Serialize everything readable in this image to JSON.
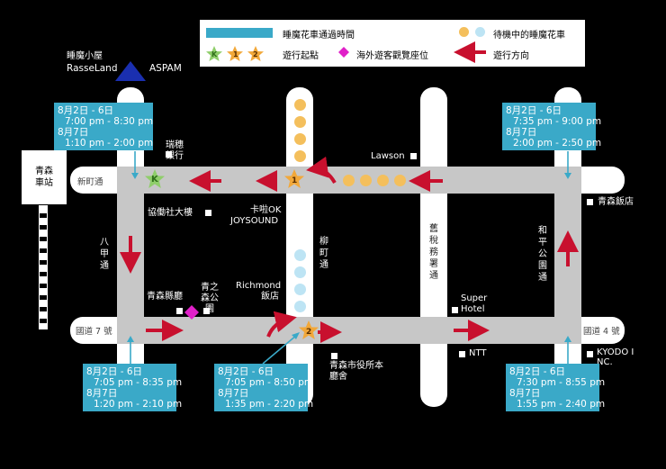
{
  "legend": {
    "time_box_label": "睡魔花車通過時間",
    "waiting_label": "待機中的睡魔花車",
    "start_label": "遊行起點",
    "seat_label": "海外遊客觀覽座位",
    "direction_label": "遊行方向",
    "start_marks": [
      "K",
      "1",
      "2"
    ]
  },
  "landmarks": {
    "rasseland_jp": "睡魔小屋",
    "rasseland_en": "RasseLand",
    "aspam": "ASPAM",
    "station": "青森車站",
    "bank": "瑞穗銀行",
    "lawson": "Lawson",
    "kyodo": "協働社大樓",
    "karaoke1": "卡啦OK",
    "karaoke2": "JOYSOUND",
    "kencho": "青森縣廳",
    "park_name": "青之森公園",
    "richmond1": "Richmond",
    "richmond2": "飯店",
    "city_hall": "青森市役所本廳舍",
    "super1": "Super",
    "super2": "Hotel",
    "ntt": "NTT",
    "aomori_hotel": "青森飯店",
    "kyodo_inc": "KYODO INC."
  },
  "roads": {
    "shinmachi": "新町通",
    "hakkoda": "八甲通",
    "yanagimachi": "柳町通",
    "zeimusho": "舊稅務署通",
    "heiwa_koen": "和平公園通",
    "route7": "國道 7 號",
    "route4": "國道 4 號"
  },
  "start_points": [
    "K",
    "1",
    "2"
  ],
  "time_boxes": {
    "top_left": [
      "8月2日 - 6日",
      "7:00 pm - 8:30 pm",
      "8月7日",
      "1:10 pm - 2:00 pm"
    ],
    "top_right": [
      "8月2日 - 6日",
      "7:35 pm - 9:00 pm",
      "8月7日",
      "2:00 pm - 2:50 pm"
    ],
    "bottom_left": [
      "8月2日 - 6日",
      "7:05 pm - 8:35 pm",
      "8月7日",
      "1:20 pm - 2:10 pm"
    ],
    "bottom_mid": [
      "8月2日 - 6日",
      "7:05 pm - 8:50 pm",
      "8月7日",
      "1:35 pm - 2:20 pm"
    ],
    "bottom_right": [
      "8月2日 - 6日",
      "7:30 pm - 8:55 pm",
      "8月7日",
      "1:55 pm - 2:40 pm"
    ]
  },
  "colors": {
    "time_box": "#3aa9c8",
    "waiting_float": "#f4bf5c",
    "float_light": "#bde4f4",
    "arrow": "#c8102e",
    "seat": "#e020c8",
    "start_green": "#8fce6a",
    "start_orange": "#f2a83a",
    "aspam_blue": "#1a2fb0"
  }
}
